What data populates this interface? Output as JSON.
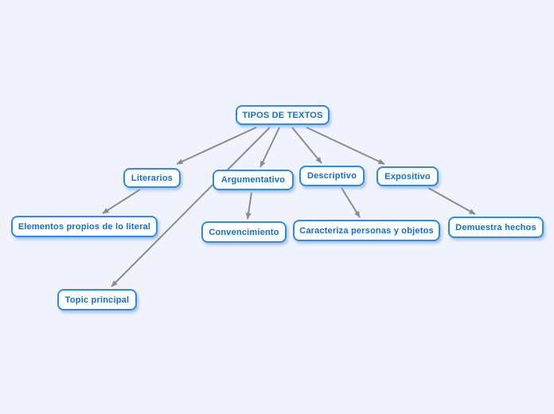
{
  "diagram": {
    "type": "mindmap",
    "palette": {
      "background": "#f0f3fc",
      "node_fill": "#ffffff",
      "node_border": "#2e8be4",
      "node_text": "#0e6fd6",
      "arrow": "#8c8c8c"
    },
    "nodes": {
      "root": {
        "label": "TIPOS DE TEXTOS"
      },
      "literarios": {
        "label": "Literarios"
      },
      "argumentativo": {
        "label": "Argumentativo"
      },
      "descriptivo": {
        "label": "Descriptivo"
      },
      "expositivo": {
        "label": "Expositivo"
      },
      "elementos": {
        "label": "Elementos propios de lo literal"
      },
      "convencimiento": {
        "label": "Convencimiento"
      },
      "caracteriza": {
        "label": "Caracteriza personas y objetos"
      },
      "demuestra": {
        "label": "Demuestra hechos"
      },
      "topic": {
        "label": "Topic principal"
      }
    },
    "edges": [
      {
        "from": "root",
        "to": "literarios"
      },
      {
        "from": "root",
        "to": "topic"
      },
      {
        "from": "root",
        "to": "argumentativo"
      },
      {
        "from": "root",
        "to": "descriptivo"
      },
      {
        "from": "root",
        "to": "expositivo"
      },
      {
        "from": "literarios",
        "to": "elementos"
      },
      {
        "from": "argumentativo",
        "to": "convencimiento"
      },
      {
        "from": "descriptivo",
        "to": "caracteriza"
      },
      {
        "from": "expositivo",
        "to": "demuestra"
      }
    ]
  }
}
